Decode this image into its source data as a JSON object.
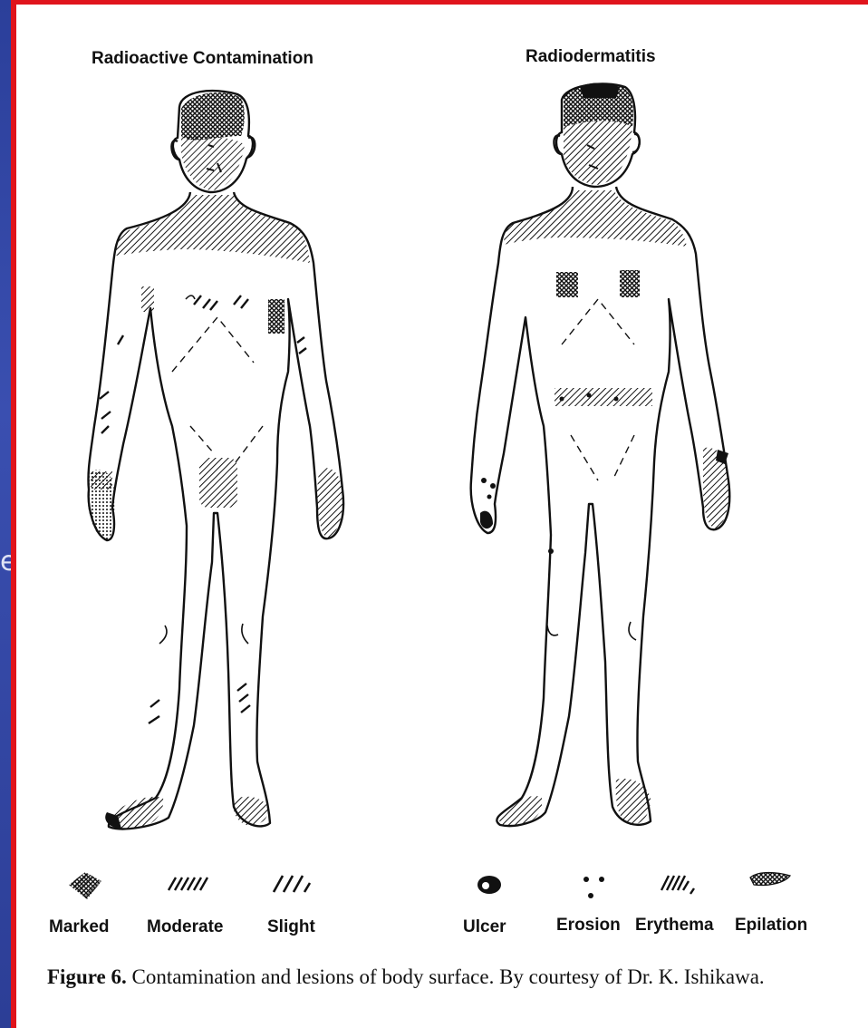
{
  "titles": {
    "left": "Radioactive Contamination",
    "right": "Radiodermatitis"
  },
  "legend_left": [
    {
      "key": "marked",
      "label": "Marked"
    },
    {
      "key": "moderate",
      "label": "Moderate"
    },
    {
      "key": "slight",
      "label": "Slight"
    }
  ],
  "legend_right": [
    {
      "key": "ulcer",
      "label": "Ulcer"
    },
    {
      "key": "erosion",
      "label": "Erosion"
    },
    {
      "key": "erythema",
      "label": "Erythema"
    },
    {
      "key": "epilation",
      "label": "Epilation"
    }
  ],
  "caption": {
    "prefix": "Figure 6.",
    "text": " Contamination and lesions of body surface. By courtesy of Dr. K. Ishikawa."
  },
  "colors": {
    "frame_red": "#e0141c",
    "background_blue": "#3a4fb0",
    "ink": "#111111"
  }
}
